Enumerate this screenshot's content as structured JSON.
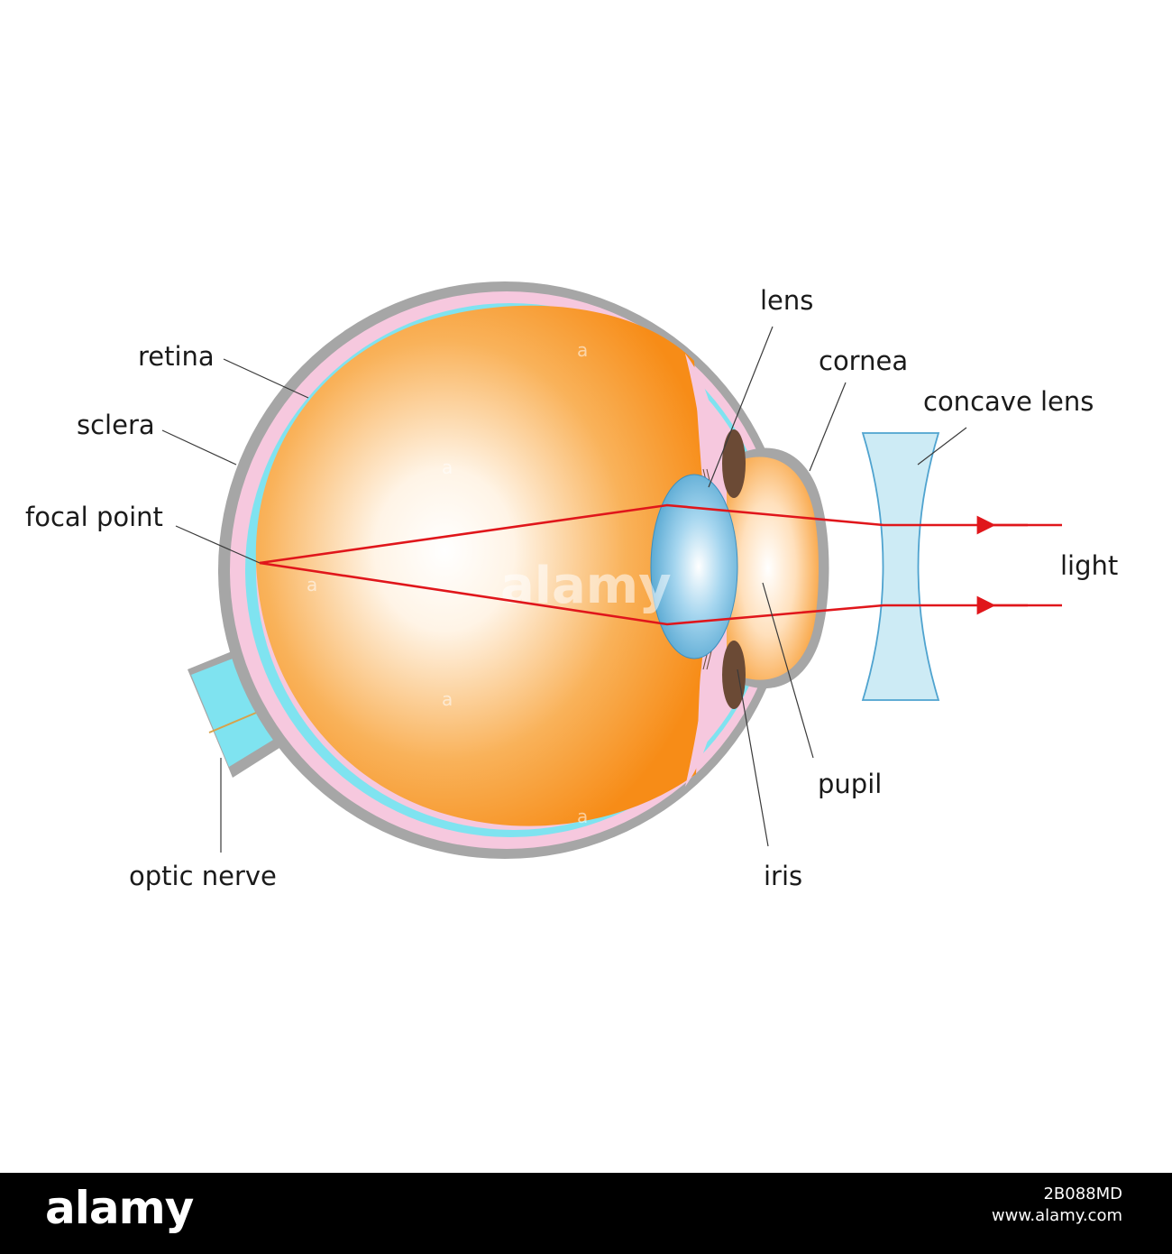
{
  "labels": {
    "retina": "retina",
    "sclera": "sclera",
    "focal_point": "focal point",
    "optic_nerve": "optic nerve",
    "lens": "lens",
    "cornea": "cornea",
    "concave_lens": "concave lens",
    "light": "light",
    "pupil": "pupil",
    "iris": "iris"
  },
  "watermark": {
    "small": "a",
    "big": "alamy"
  },
  "footer": {
    "logo": "alamy",
    "id": "2B088MD",
    "url": "www.alamy.com"
  },
  "colors": {
    "sclera": "#a6a6a6",
    "choroid": "#f6c8de",
    "retina": "#7fe3f0",
    "vitreous_outer": "#f7901e",
    "vitreous_inner": "#ffffff",
    "lens": "#5fb3d8",
    "iris": "#6b4a35",
    "concave_lens": "#cdebf5",
    "ray": "#e0161b",
    "footer_bg": "#000000"
  }
}
